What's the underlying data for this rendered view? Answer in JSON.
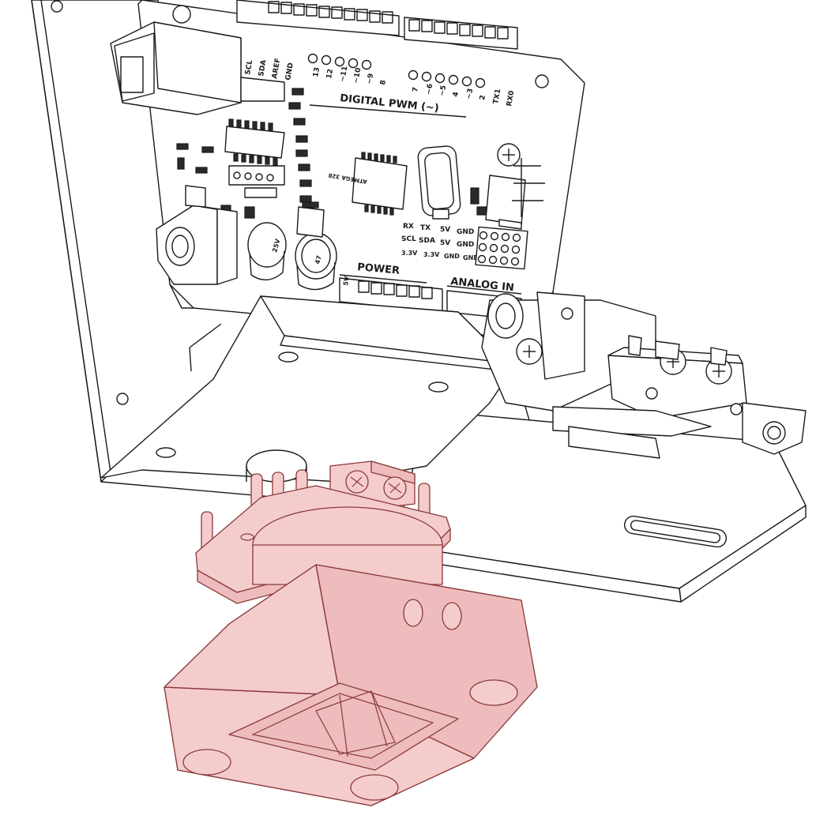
{
  "board": {
    "section_labels": {
      "digital": "DIGITAL PWM (~)",
      "power": "POWER",
      "analog": "ANALOG IN"
    },
    "top_pins": [
      "SCL",
      "SDA",
      "AREF",
      "GND",
      "13",
      "12",
      "~11",
      "~10",
      "~9",
      "8",
      "7",
      "~6",
      "~5",
      "4",
      "~3",
      "2",
      "TX1",
      "RX0"
    ],
    "header_row_1": [
      "RX",
      "TX",
      "5V",
      "GND"
    ],
    "header_row_2": [
      "SCL",
      "SDA",
      "5V",
      "GND"
    ],
    "header_row_3": [
      "3.3V",
      "3.3V",
      "GND",
      "GND"
    ],
    "power_pin": "5V",
    "capacitor_labels": [
      "25V",
      "47"
    ],
    "chip_label": "ATMEGA 328"
  },
  "colors": {
    "highlight_fill": "#f5cccc",
    "highlight_stroke": "#8a3a3a",
    "line": "#1a1a1a",
    "background": "#ffffff"
  }
}
